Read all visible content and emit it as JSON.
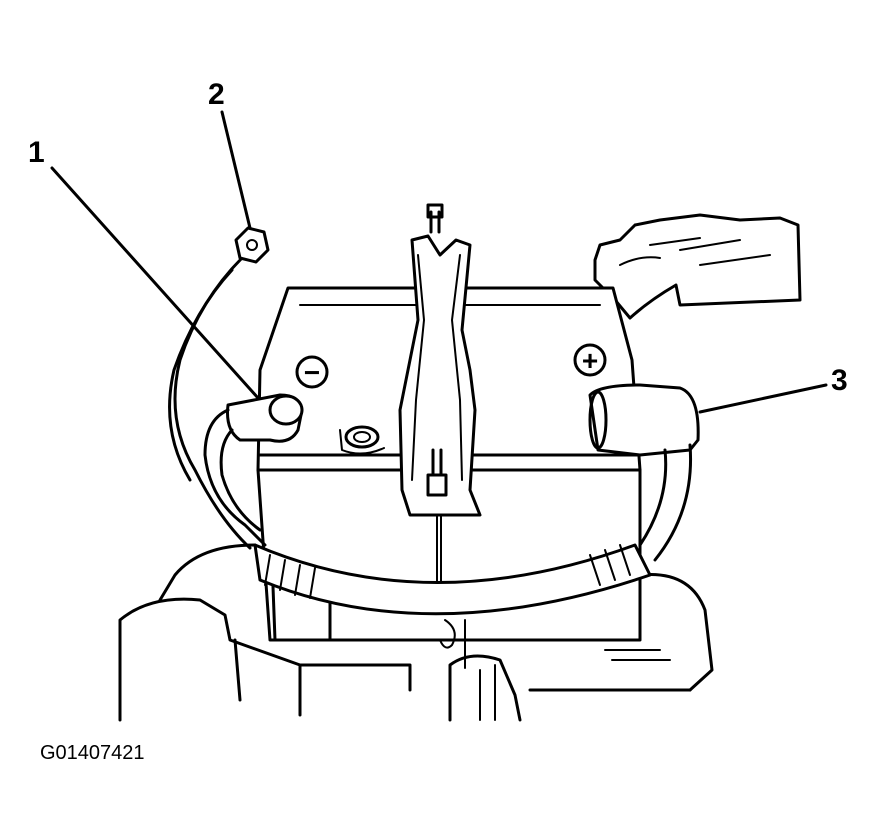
{
  "callouts": [
    {
      "label": "1",
      "part": "negative-cable"
    },
    {
      "label": "2",
      "part": "ground-nut"
    },
    {
      "label": "3",
      "part": "positive-cable"
    }
  ],
  "terminal_signs": {
    "negative": "−",
    "positive": "+"
  },
  "figure_id": "G01407421"
}
